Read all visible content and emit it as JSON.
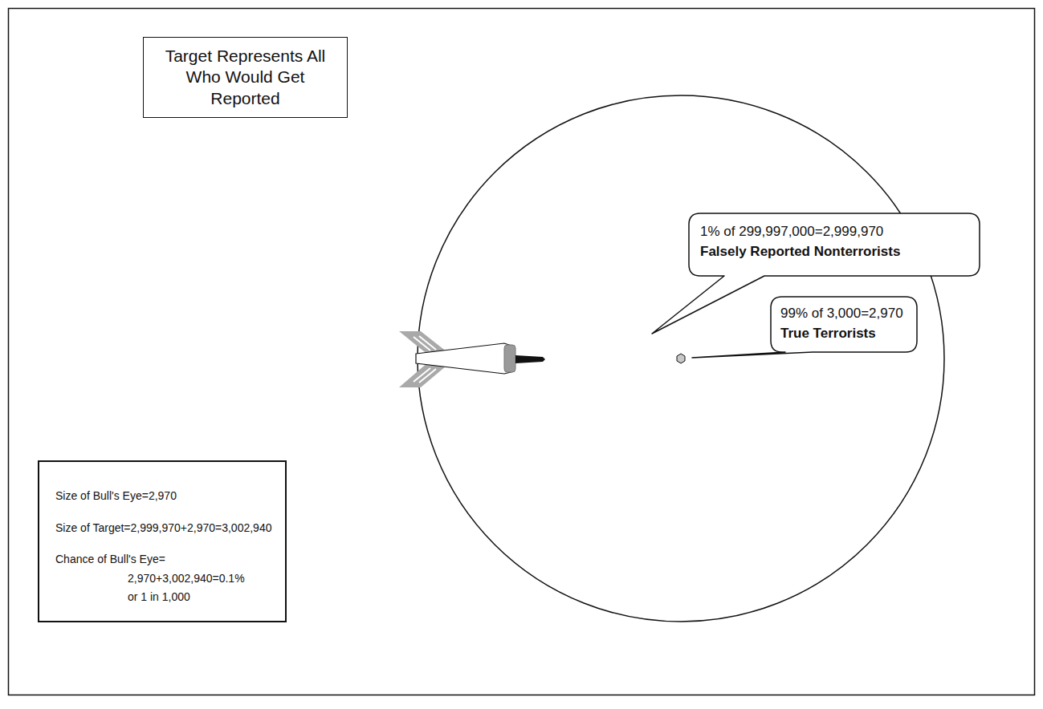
{
  "diagram": {
    "nodes": [
      {
        "text": [
          "Target Represents All Who Would Get Reported"
        ]
      },
      {
        "text": [
          "1% of 299,997,000=2,999,970",
          "Falsely Reported Nonterrorists"
        ]
      },
      {
        "text": [
          "99% of 3,000=2,970",
          "True Terrorists"
        ]
      },
      {
        "text": [
          "Size of Bull's Eye=2,970",
          "Size of Target=2,999,970+2,970=3,002,940",
          "Chance of Bull's Eye=",
          "2,970+3,002,940=0.1%",
          "or 1 in 1,000"
        ]
      }
    ]
  }
}
